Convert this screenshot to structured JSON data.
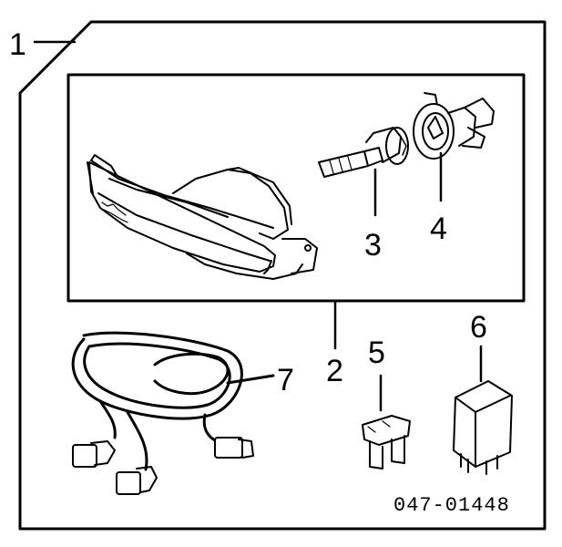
{
  "callouts": {
    "c1": "1",
    "c2": "2",
    "c3": "3",
    "c4": "4",
    "c5": "5",
    "c6": "6",
    "c7": "7"
  },
  "part_number": "047-01448"
}
